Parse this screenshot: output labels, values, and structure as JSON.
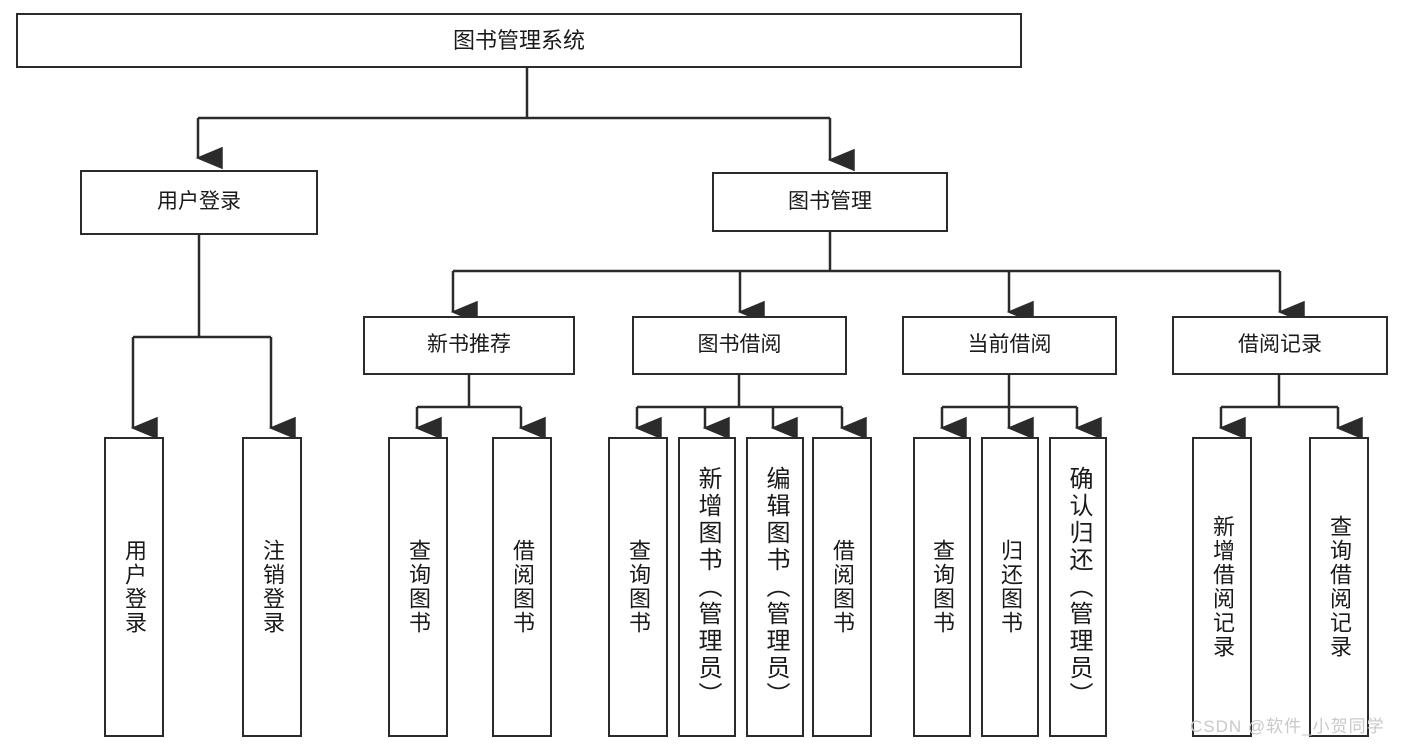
{
  "diagram": {
    "type": "tree",
    "title": "图书管理系统",
    "watermark": "CSDN @软件_小贺同学",
    "colors": {
      "stroke": "#2b2b2b",
      "fill": "#ffffff",
      "text": "#1a1a1a",
      "watermark": "#c9c9c9"
    },
    "nodes": {
      "root": {
        "label": "图书管理系统"
      },
      "level2": [
        {
          "label": "用户登录"
        },
        {
          "label": "图书管理"
        }
      ],
      "level3": [
        {
          "label": "新书推荐"
        },
        {
          "label": "图书借阅"
        },
        {
          "label": "当前借阅"
        },
        {
          "label": "借阅记录"
        }
      ],
      "login_children": [
        {
          "label": "用户登录"
        },
        {
          "label": "注销登录"
        }
      ],
      "newbook_children": [
        {
          "label": "查询图书"
        },
        {
          "label": "借阅图书"
        }
      ],
      "borrow_children": [
        {
          "label": "查询图书"
        },
        {
          "label": "新增图书（管理员）"
        },
        {
          "label": "编辑图书（管理员）"
        },
        {
          "label": "借阅图书"
        }
      ],
      "current_children": [
        {
          "label": "查询图书"
        },
        {
          "label": "归还图书"
        },
        {
          "label": "确认归还（管理员）"
        }
      ],
      "record_children": [
        {
          "label": "新增借阅记录"
        },
        {
          "label": "查询借阅记录"
        }
      ]
    }
  }
}
